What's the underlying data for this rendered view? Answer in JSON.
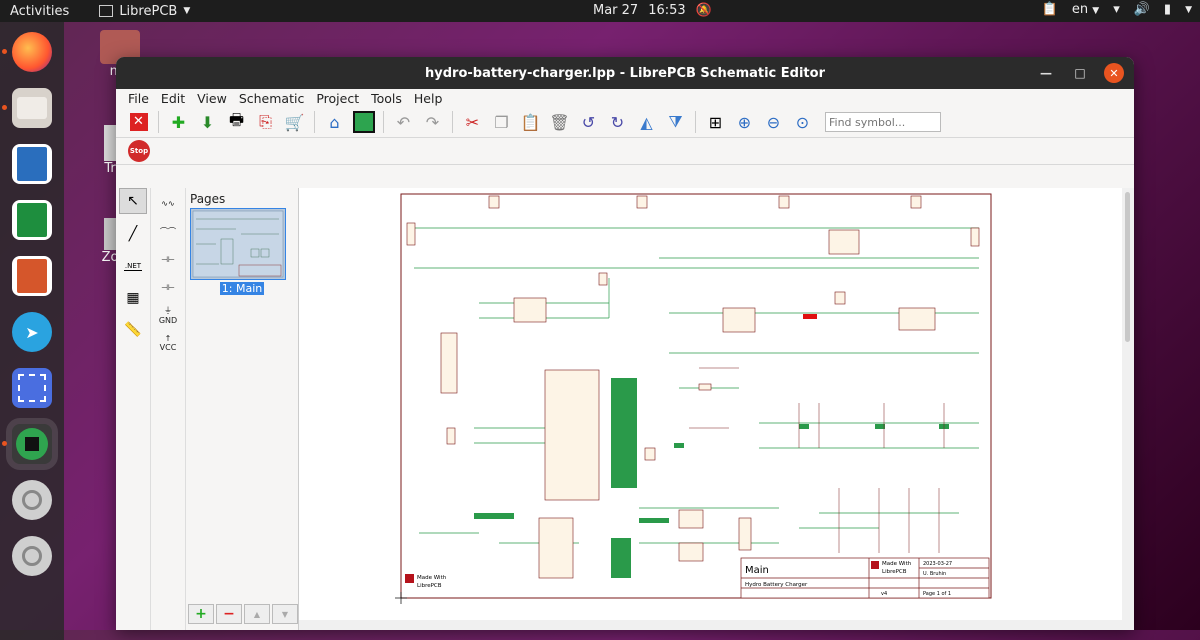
{
  "topbar": {
    "activities": "Activities",
    "app_name": "LibrePCB",
    "date": "Mar 27",
    "time": "16:53",
    "lang": "en"
  },
  "desktop": {
    "icon1_label": "ma",
    "icon2_label": "Tr",
    "icon3_label": "Zo"
  },
  "window": {
    "title": "hydro-battery-charger.lpp - LibrePCB Schematic Editor"
  },
  "menu": [
    "File",
    "Edit",
    "View",
    "Schematic",
    "Project",
    "Tools",
    "Help"
  ],
  "search": {
    "placeholder": "Find symbol..."
  },
  "stop_label": "Stop",
  "tools2": {
    "net_label": ".NET",
    "gnd_label": "GND",
    "vcc_label": "VCC"
  },
  "pages": {
    "header": "Pages",
    "current": "1: Main"
  },
  "schematic": {
    "title": "Main",
    "subtitle": "Hydro Battery Charger",
    "date": "2023-03-27",
    "author": "U. Bruhin",
    "version": "v4",
    "page": "Page 1 of 1",
    "made_with": "Made With",
    "brand": "LibrePCB"
  }
}
